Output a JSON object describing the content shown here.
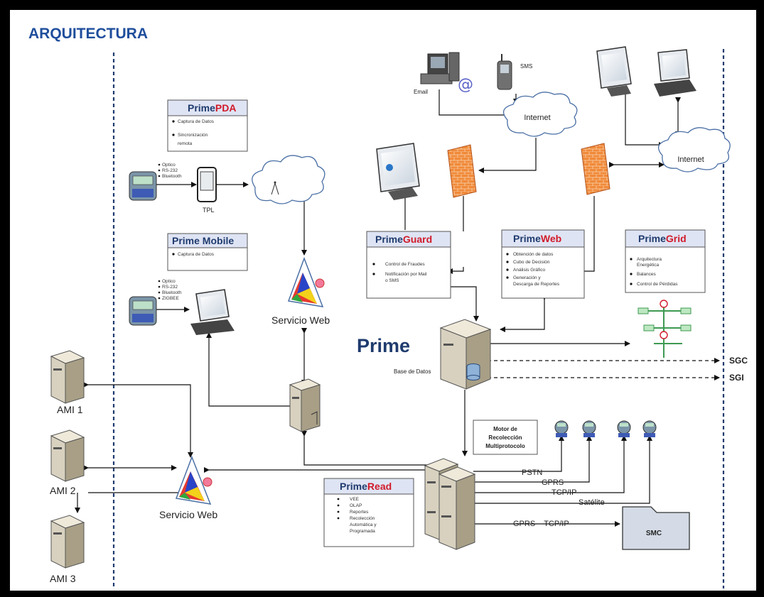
{
  "title": "ARQUITECTURA",
  "prime": {
    "label": "Prime",
    "db_label": "Base de Datos"
  },
  "modules": {
    "pda": {
      "name_a": "Prime",
      "name_b": "PDA",
      "items": [
        "Captura de Datos",
        "Sincronización",
        "remota"
      ]
    },
    "mobile": {
      "name_a": "Prime Mobile",
      "name_b": "",
      "items": [
        "Captura de Datos"
      ]
    },
    "guard": {
      "name_a": "Prime",
      "name_b": "Guard",
      "items": [
        "Control de Fraudes",
        "Notificación por Mail",
        "o SMS"
      ]
    },
    "web": {
      "name_a": "Prime",
      "name_b": "Web",
      "items": [
        "Obtención de datos",
        "Cubo de Decisión",
        "Análisis Gráfico",
        "Generación y",
        "Descarga de Reportes"
      ]
    },
    "grid": {
      "name_a": "Prime",
      "name_b": "Grid",
      "items": [
        "Arquitectura",
        "Energética",
        "Balances",
        "Control de Pérdidas"
      ]
    },
    "read": {
      "name_a": "Prime",
      "name_b": "Read",
      "items": [
        "VEE",
        "OLAP",
        "Reportes",
        "Recolección",
        "Automática y",
        "Programada"
      ]
    }
  },
  "meter_ports_pda": [
    "Optico",
    "RS-232",
    "Bluetooth"
  ],
  "meter_ports_mobile": [
    "Optico",
    "RS-232",
    "Bluetooth",
    "ZIGBEE"
  ],
  "labels": {
    "tpl": "TPL",
    "servicio_web_top": "Servicio Web",
    "servicio_web_bottom": "Servicio Web",
    "email": "Email",
    "sms": "SMS",
    "internet1": "Internet",
    "internet2": "Internet",
    "motor": [
      "Motor de",
      "Recolección",
      "Multiprotocolo"
    ],
    "smc": "SMC",
    "sgc": "SGC",
    "sgi": "SGI",
    "ami1": "AMI 1",
    "ami2": "AMI 2",
    "ami3": "AMI 3"
  },
  "links": [
    "PSTN",
    "GPRS",
    "TCP/IP",
    "Satélite"
  ],
  "gprs_tcp": "GPRS – TCP/IP"
}
